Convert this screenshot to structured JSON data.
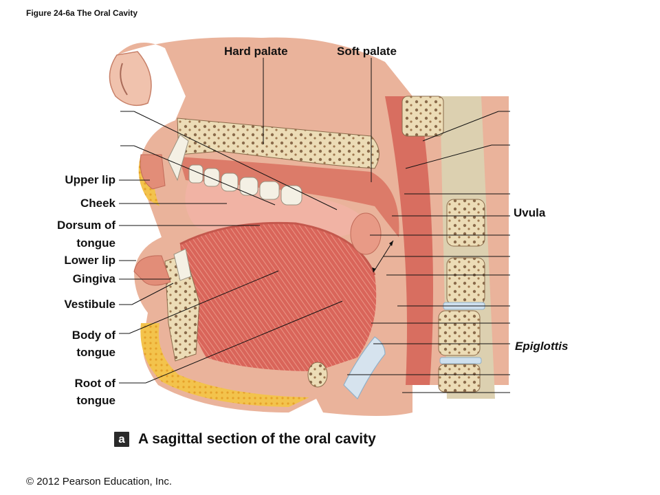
{
  "figure": {
    "title": "Figure 24-6a  The Oral Cavity",
    "badge": "a",
    "caption": "A sagittal section of the oral cavity",
    "copyright": "© 2012 Pearson Education, Inc."
  },
  "labels": {
    "hard_palate": "Hard palate",
    "soft_palate": "Soft palate",
    "upper_lip": "Upper lip",
    "cheek": "Cheek",
    "dorsum_of_tongue_1": "Dorsum of",
    "dorsum_of_tongue_2": "tongue",
    "lower_lip": "Lower lip",
    "gingiva": "Gingiva",
    "vestibule": "Vestibule",
    "body_of_tongue_1": "Body of",
    "body_of_tongue_2": "tongue",
    "root_of_tongue_1": "Root of",
    "root_of_tongue_2": "tongue",
    "uvula": "Uvula",
    "epiglottis": "Epiglottis"
  },
  "colors": {
    "skin": "#e8a88e",
    "muscle": "#d8685a",
    "mucosa": "#e07a6a",
    "bone": "#e9dcb8",
    "fat": "#f2c24a",
    "cartilage": "#cfe0ee",
    "leader_line": "#111111"
  }
}
